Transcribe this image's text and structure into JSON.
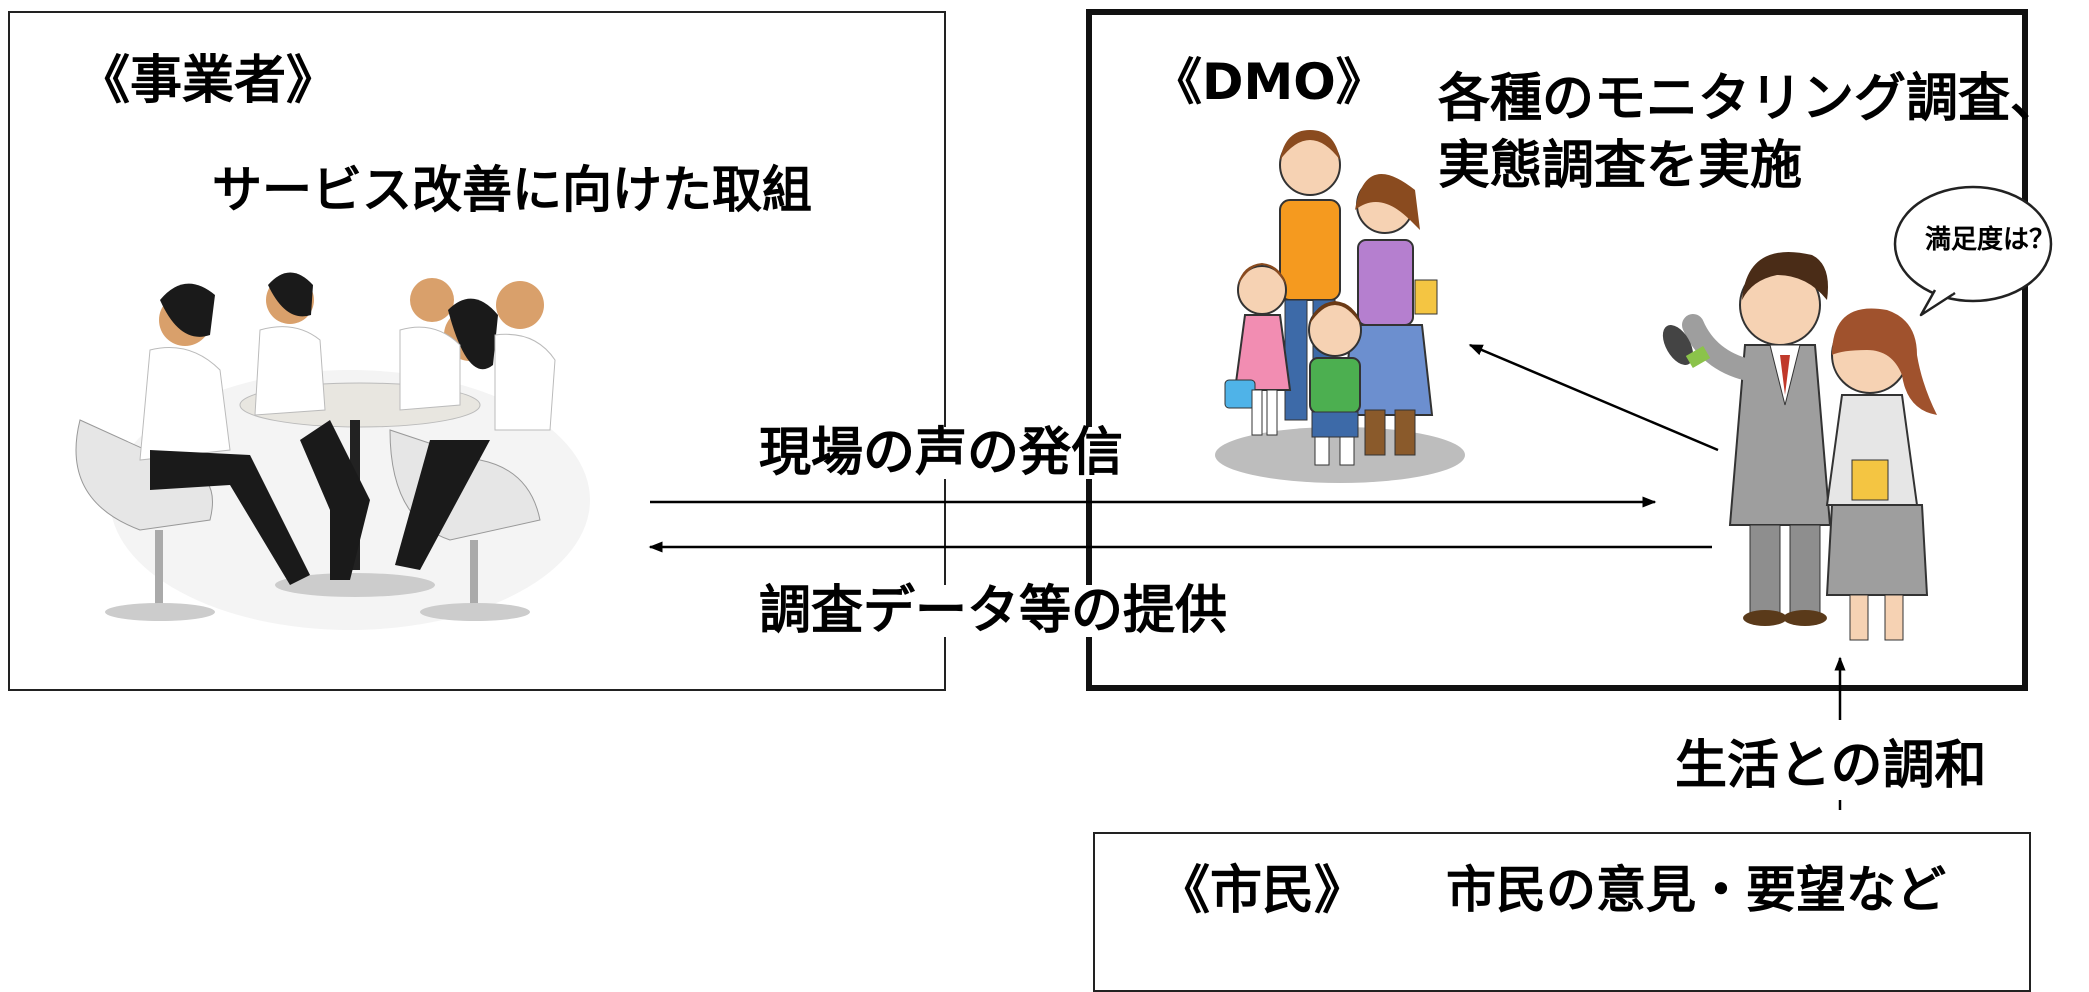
{
  "business": {
    "label": "《事業者》",
    "description": "サービス改善に向けた取組"
  },
  "dmo": {
    "label": "《DMO》",
    "description_line1": "各種のモニタリング調査、",
    "description_line2": "実態調査を実施",
    "bubble": "満足度は？"
  },
  "arrows": {
    "to_dmo": "現場の声の発信",
    "to_business": "調査データ等の提供",
    "citizen_to_dmo": "生活との調和"
  },
  "citizen": {
    "label": "《市民》",
    "description": "市民の意見・要望など"
  },
  "icons": {
    "business": "meeting-illustration",
    "dmo_left": "tourist-family-illustration",
    "dmo_right": "interviewer-illustration"
  }
}
